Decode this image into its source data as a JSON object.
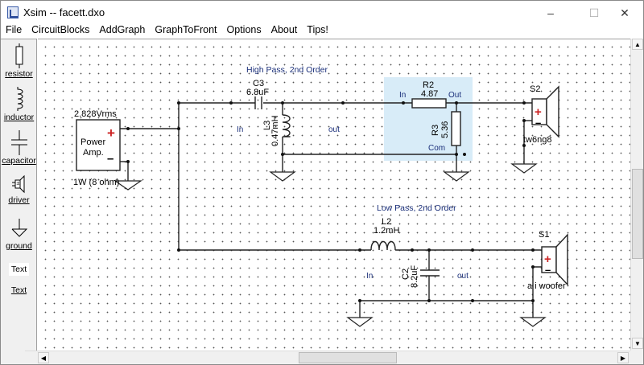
{
  "window": {
    "title": "Xsim -- facett.dxo",
    "controls": {
      "minimize": "–",
      "maximize": "☐",
      "close": "✕"
    }
  },
  "menu": [
    {
      "label": "File"
    },
    {
      "label": "CircuitBlocks"
    },
    {
      "label": "AddGraph"
    },
    {
      "label": "GraphToFront"
    },
    {
      "label": "Options"
    },
    {
      "label": "About"
    },
    {
      "label": "Tips!"
    }
  ],
  "toolbox": {
    "resistor": "resistor",
    "inductor": "inductor",
    "capacitor": "capacitor",
    "driver": "driver",
    "ground": "ground",
    "text_box": "Text",
    "text": "Text"
  },
  "schematic": {
    "amp": {
      "voltage": "2.828Vrms",
      "name_line1": "Power",
      "name_line2": "Amp.",
      "plus": "+",
      "minus": "–",
      "power": "1W (8 ohm)"
    },
    "high_pass": {
      "title": "High Pass, 2nd Order",
      "cap_name": "C3",
      "cap_value": "6.8uF",
      "ind_name": "L3",
      "ind_value": "0.47mH",
      "in_label": "In",
      "out_label": "out"
    },
    "attenuator": {
      "r2_name": "R2",
      "r2_value": "4.87",
      "r3_name": "R3",
      "r3_value": "5.36",
      "in_label": "In",
      "out_label": "Out",
      "com_label": "Com"
    },
    "tweeter": {
      "name": "S2",
      "model": "tw6ng8",
      "plus": "+",
      "minus": "–"
    },
    "low_pass": {
      "title": "Low Pass, 2nd Order",
      "ind_name": "L2",
      "ind_value": "1.2mH",
      "cap_name": "C2",
      "cap_value": "8.2uF",
      "in_label": "In",
      "out_label": "out"
    },
    "woofer": {
      "name": "S1",
      "model": "a i woofer",
      "plus": "+",
      "minus": "–"
    }
  },
  "scrollbars": {
    "up": "▲",
    "down": "▼",
    "left": "◀",
    "right": "▶"
  },
  "colors": {
    "polarity_red": "#cc2222",
    "selection_fill": "#d8ecf8",
    "label_blue": "#1a2f7a"
  }
}
